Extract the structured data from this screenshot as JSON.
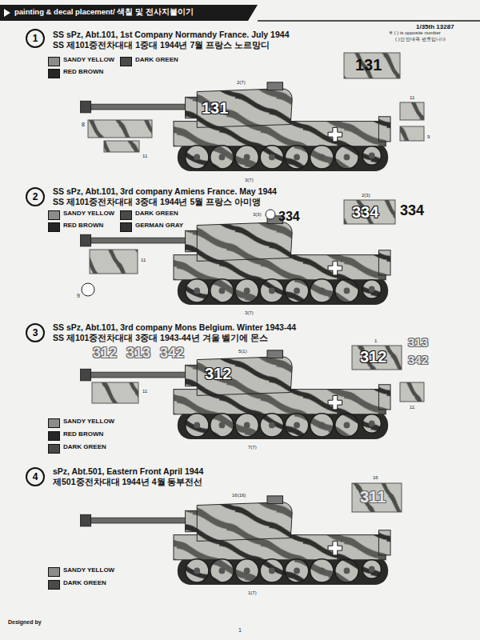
{
  "diagram": {
    "title": "painting & decal placement/ 색칠 및 전사지붙이기",
    "nodes": [
      {
        "text": [
          "1"
        ]
      },
      {
        "text": [
          "2"
        ]
      },
      {
        "text": [
          "3"
        ]
      },
      {
        "text": [
          "4"
        ]
      }
    ],
    "labels": [
      "1/35th 13287",
      "※ ( ) is opposite number",
      "( )안 반대쪽 번호입니다",
      "SS sPz, Abt.101, 1st Company Normandy France. July 1944",
      "SS 제101중전차대대 1중대 1944년 7월 프랑스 노르망디",
      "2(7)",
      "131",
      "131",
      "11",
      "8",
      "11",
      "9",
      "3(7)",
      "SS sPz, Abt.101, 3rd company Amiens France. May 1944",
      "SS 제101중전차대대 3중대 1944년 5월 프랑스 아미앵",
      "3(3)",
      "334",
      "2(3)",
      "334",
      "334",
      "9",
      "11",
      "3(7)",
      "SS sPz, Abt.101, 3rd company Mons Belgium. Winter 1943-44",
      "SS 제101중전차대대 3중대 1943-44년 겨울 벨기에 몬스",
      "312",
      "313",
      "342",
      "5(1)",
      "312",
      "1",
      "312",
      "313",
      "342",
      "11",
      "11",
      "7(7)",
      "sPz, Abt.501, Eastern Front April 1944",
      "제501중전차대대 1944년 4월 동부전선",
      "16(16)",
      "16",
      "311",
      "1(7)",
      "Designed by",
      "1"
    ],
    "legend": [
      {
        "text": "SANDY YELLOW",
        "color": "#8c8c88"
      },
      {
        "text": "DARK GREEN",
        "color": "#4a4a48"
      },
      {
        "text": "RED BROWN",
        "color": "#262626"
      },
      {
        "text": "SANDY YELLOW",
        "color": "#8c8c88"
      },
      {
        "text": "DARK GREEN",
        "color": "#4a4a48"
      },
      {
        "text": "RED BROWN",
        "color": "#262626"
      },
      {
        "text": "GERMAN GRAY",
        "color": "#333333"
      },
      {
        "text": "SANDY YELLOW",
        "color": "#8c8c88"
      },
      {
        "text": "RED BROWN",
        "color": "#262626"
      },
      {
        "text": "DARK GREEN",
        "color": "#4a4a48"
      },
      {
        "text": "SANDY YELLOW",
        "color": "#8c8c88"
      },
      {
        "text": "DARK GREEN",
        "color": "#4a4a48"
      }
    ]
  }
}
